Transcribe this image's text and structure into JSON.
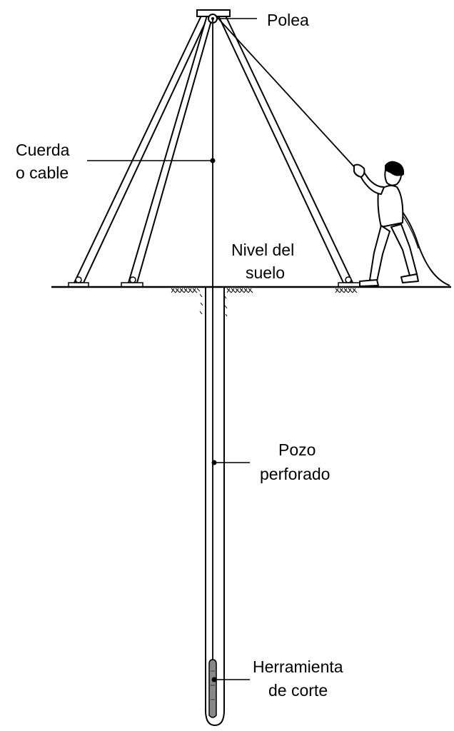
{
  "labels": {
    "pulley": "Polea",
    "rope_line1": "Cuerda",
    "rope_line2": "o cable",
    "ground_line1": "Nivel del",
    "ground_line2": "suelo",
    "well_line1": "Pozo",
    "well_line2": "perforado",
    "tool_line1": "Herramienta",
    "tool_line2": "de corte"
  },
  "colors": {
    "ink": "#000000",
    "background": "#ffffff",
    "tool_fill": "#888888"
  }
}
